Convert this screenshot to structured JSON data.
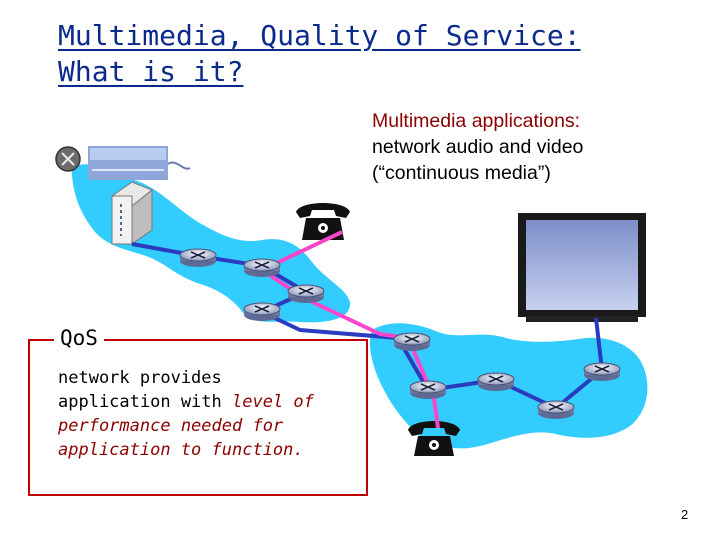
{
  "slide": {
    "title_line1": "Multimedia, Quality of Service:",
    "title_line2": "What is it?",
    "multimedia_apps": {
      "line1": "Multimedia applications:",
      "line2": "network audio and video",
      "line3": "(“continuous media”)"
    },
    "qos": {
      "label": "QoS",
      "line1": "network provides",
      "line2_plain": "application with ",
      "line2_em": "level of",
      "line3_em": "performance needed for",
      "line4_em": "application to function."
    },
    "page_number": "2"
  },
  "colors": {
    "title": "#0b2a8c",
    "network_cloud": "#33ccff",
    "path_pink": "#ff44cc",
    "path_blue": "#2a3bbf",
    "qos_border": "#c00000",
    "emphasis": "#8b0000"
  },
  "icons": [
    "video-camera-icon",
    "server-icon",
    "telephone-icon",
    "router-icon",
    "monitor-icon"
  ]
}
